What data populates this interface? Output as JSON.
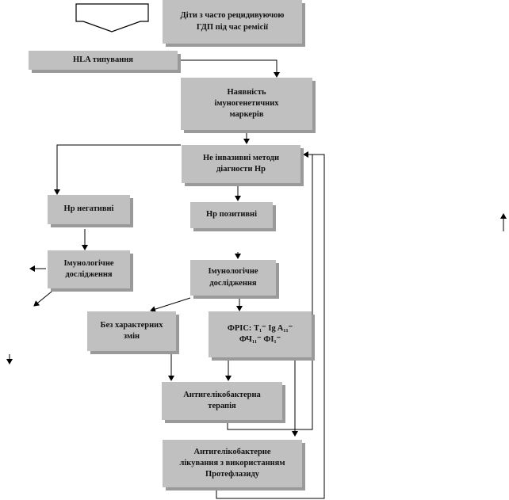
{
  "nodes": {
    "patients": "Діти з часто рецидивуючою\nГДП під час ремісії",
    "hla": "HLA типування",
    "markers": "Наявність\nімуногенетичних\nмаркерів",
    "invasive": "Не інвазивні методи\nдіагности Нр",
    "hp_negative": "Нр негативні",
    "hp_positive": "Нр позитивні",
    "immuno_left": "Імунологічне\nдослідження",
    "immuno_right": "Імунологічне\nдослідження",
    "no_changes": "Без характерних\nзмін",
    "firs": "ФРІС: T₁⁻ Ig A₁₁⁻\nФЧ₁₁⁻ ФІ₁⁻",
    "therapy": "Антигелікобактерна\nтерапія",
    "protefluxid": "Антигелікобактерне\nлікування з використанням\nПротефлазиду"
  },
  "colors": {
    "box_fill": "#c0c0c0",
    "line": "#000000"
  }
}
